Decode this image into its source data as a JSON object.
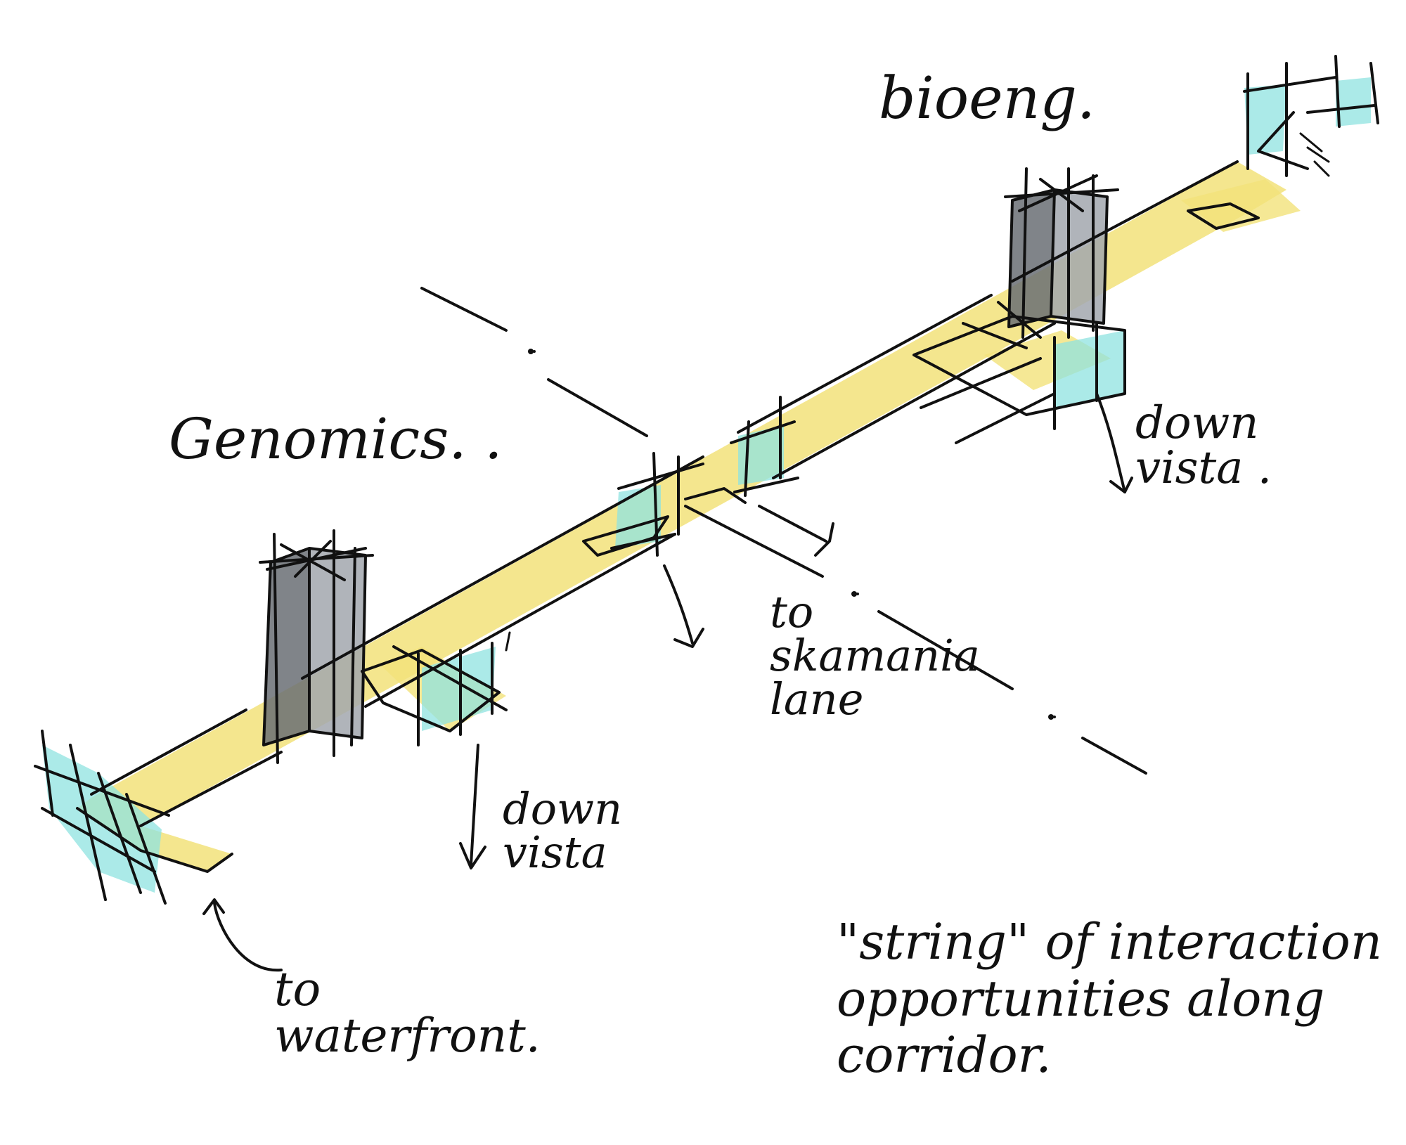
{
  "labels": {
    "bioeng": "bioeng.",
    "genomics": "Genomics. .",
    "down_vista_upper": "down vista .",
    "to_skamania_lane": "to skamania lane",
    "down_vista_lower": "down vista",
    "to_waterfront": "to waterfront.",
    "caption": "\"string\" of interaction opportunities along corridor."
  },
  "colors": {
    "corridor_yellow": "#f2e27a",
    "glass_cyan": "#8fe3e0",
    "tower_gray": "#8e939b",
    "tower_dark": "#6a6e74",
    "ink": "#111111"
  }
}
